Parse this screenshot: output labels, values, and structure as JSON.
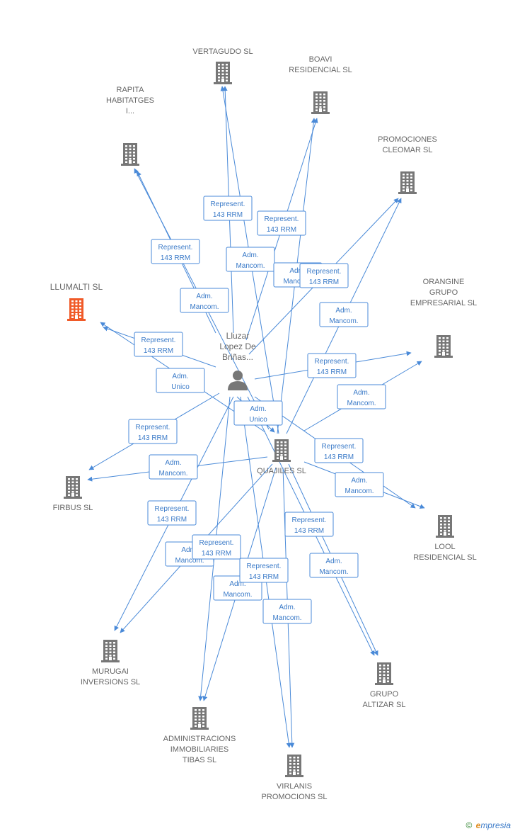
{
  "colors": {
    "edge": "#4a8ad8",
    "building": "#777777",
    "building_highlight": "#f05a28",
    "person": "#777777",
    "label": "#666666"
  },
  "person": {
    "label_lines": [
      "Lluzar",
      "Lopez De",
      "Briñas..."
    ],
    "icon": "person-icon"
  },
  "companies": [
    {
      "id": "vertagudo",
      "label_lines": [
        "VERTAGUDO SL"
      ],
      "icon": "building-icon"
    },
    {
      "id": "boavi",
      "label_lines": [
        "BOAVI",
        "RESIDENCIAL SL"
      ],
      "icon": "building-icon"
    },
    {
      "id": "rapita",
      "label_lines": [
        "RAPITA",
        "HABITATGES",
        "I..."
      ],
      "icon": "building-icon"
    },
    {
      "id": "cleomar",
      "label_lines": [
        "PROMOCIONES",
        "CLEOMAR SL"
      ],
      "icon": "building-icon"
    },
    {
      "id": "llumalti",
      "label_lines": [
        "LLUMALTI SL"
      ],
      "icon": "building-icon",
      "highlight": true
    },
    {
      "id": "orangine",
      "label_lines": [
        "ORANGINE",
        "GRUPO",
        "EMPRESARIAL SL"
      ],
      "icon": "building-icon"
    },
    {
      "id": "quajiles",
      "label_lines": [
        "QUAJILES SL"
      ],
      "icon": "building-icon"
    },
    {
      "id": "firbus",
      "label_lines": [
        "FIRBUS SL"
      ],
      "icon": "building-icon"
    },
    {
      "id": "lool",
      "label_lines": [
        "LOOL",
        "RESIDENCIAL SL"
      ],
      "icon": "building-icon"
    },
    {
      "id": "murugai",
      "label_lines": [
        "MURUGAI",
        "INVERSIONS SL"
      ],
      "icon": "building-icon"
    },
    {
      "id": "altizar",
      "label_lines": [
        "GRUPO",
        "ALTIZAR SL"
      ],
      "icon": "building-icon"
    },
    {
      "id": "tibas",
      "label_lines": [
        "ADMINISTRACIONS",
        "IMMOBILIARIES",
        "TIBAS SL"
      ],
      "icon": "building-icon"
    },
    {
      "id": "virlanis",
      "label_lines": [
        "VIRLANIS",
        "PROMOCIONS SL"
      ],
      "icon": "building-icon"
    }
  ],
  "edges": [
    {
      "from": "person",
      "to": "vertagudo",
      "label_lines": [
        "Represent.",
        "143 RRM"
      ]
    },
    {
      "from": "quajiles",
      "to": "vertagudo",
      "label_lines": [
        "Adm.",
        "Mancom."
      ]
    },
    {
      "from": "person",
      "to": "boavi",
      "label_lines": [
        "Represent.",
        "143 RRM"
      ]
    },
    {
      "from": "quajiles",
      "to": "boavi",
      "label_lines": [
        "Adm.",
        "Mancom."
      ]
    },
    {
      "from": "person",
      "to": "rapita",
      "label_lines": [
        "Represent.",
        "143 RRM"
      ]
    },
    {
      "from": "quajiles",
      "to": "rapita",
      "label_lines": [
        "Adm.",
        "Mancom."
      ]
    },
    {
      "from": "person",
      "to": "cleomar",
      "label_lines": [
        "Represent.",
        "143 RRM"
      ]
    },
    {
      "from": "quajiles",
      "to": "cleomar",
      "label_lines": [
        "Adm.",
        "Mancom."
      ]
    },
    {
      "from": "person",
      "to": "llumalti",
      "label_lines": [
        "Represent.",
        "143 RRM"
      ]
    },
    {
      "from": "quajiles",
      "to": "llumalti",
      "label_lines": [
        "Adm.",
        "Unico"
      ]
    },
    {
      "from": "person",
      "to": "orangine",
      "label_lines": [
        "Represent.",
        "143 RRM"
      ]
    },
    {
      "from": "quajiles",
      "to": "orangine",
      "label_lines": [
        "Adm.",
        "Mancom."
      ]
    },
    {
      "from": "person",
      "to": "quajiles",
      "label_lines": [
        "Adm.",
        "Unico"
      ]
    },
    {
      "from": "person",
      "to": "firbus",
      "label_lines": [
        "Represent.",
        "143 RRM"
      ]
    },
    {
      "from": "quajiles",
      "to": "firbus",
      "label_lines": [
        "Adm.",
        "Mancom."
      ]
    },
    {
      "from": "person",
      "to": "lool",
      "label_lines": [
        "Represent.",
        "143 RRM"
      ]
    },
    {
      "from": "quajiles",
      "to": "lool",
      "label_lines": [
        "Adm.",
        "Mancom."
      ]
    },
    {
      "from": "person",
      "to": "murugai",
      "label_lines": [
        "Represent.",
        "143 RRM"
      ]
    },
    {
      "from": "quajiles",
      "to": "murugai",
      "label_lines": [
        "Adm.",
        "Mancom."
      ]
    },
    {
      "from": "person",
      "to": "altizar",
      "label_lines": [
        "Represent.",
        "143 RRM"
      ]
    },
    {
      "from": "quajiles",
      "to": "altizar",
      "label_lines": [
        "Adm.",
        "Mancom."
      ]
    },
    {
      "from": "person",
      "to": "tibas",
      "label_lines": [
        "Represent.",
        "143 RRM"
      ]
    },
    {
      "from": "quajiles",
      "to": "tibas",
      "label_lines": [
        "Adm.",
        "Mancom."
      ]
    },
    {
      "from": "person",
      "to": "virlanis",
      "label_lines": [
        "Represent.",
        "143 RRM"
      ]
    },
    {
      "from": "quajiles",
      "to": "virlanis",
      "label_lines": [
        "Adm.",
        "Mancom."
      ]
    }
  ],
  "footer": {
    "copyright": "©",
    "brand_first": "e",
    "brand_rest": "mpresia"
  }
}
